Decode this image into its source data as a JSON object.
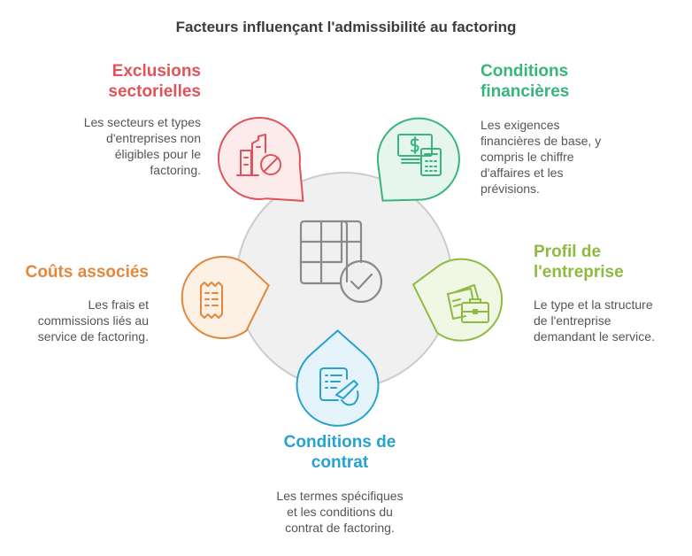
{
  "title": "Facteurs influençant l'admissibilité au factoring",
  "colors": {
    "red": "#e0535a",
    "green": "#37b57c",
    "lime": "#8dbb3f",
    "orange": "#e3873a",
    "blue": "#27a2cf",
    "hub_fill": "#f0f0f0",
    "hub_stroke": "#cccccc",
    "icon_gray": "#8a8a8a"
  },
  "factors": {
    "exclusions": {
      "icon": "buildings-prohibited-icon",
      "title": [
        "Exclusions",
        "sectorielles"
      ],
      "desc": [
        "Les secteurs et types",
        "d'entreprises non",
        "éligibles pour le",
        "factoring."
      ]
    },
    "financial": {
      "icon": "money-calculator-icon",
      "title": [
        "Conditions",
        "financières"
      ],
      "desc": [
        "Les exigences",
        "financières de base, y",
        "compris le chiffre",
        "d'affaires et les",
        "prévisions."
      ]
    },
    "profile": {
      "icon": "briefcase-documents-icon",
      "title": [
        "Profil de",
        "l'entreprise"
      ],
      "desc": [
        "Le type et la structure",
        "de l'entreprise",
        "demandant le service."
      ]
    },
    "costs": {
      "icon": "receipt-icon",
      "title": [
        "Coûts associés"
      ],
      "desc": [
        "Les frais et",
        "commissions liés au",
        "service de factoring."
      ]
    },
    "contract": {
      "icon": "contract-signing-icon",
      "title": [
        "Conditions de",
        "contrat"
      ],
      "desc": [
        "Les termes spécifiques",
        "et les conditions du",
        "contrat de factoring."
      ]
    }
  },
  "hub": {
    "icon": "table-checkmark-icon"
  }
}
